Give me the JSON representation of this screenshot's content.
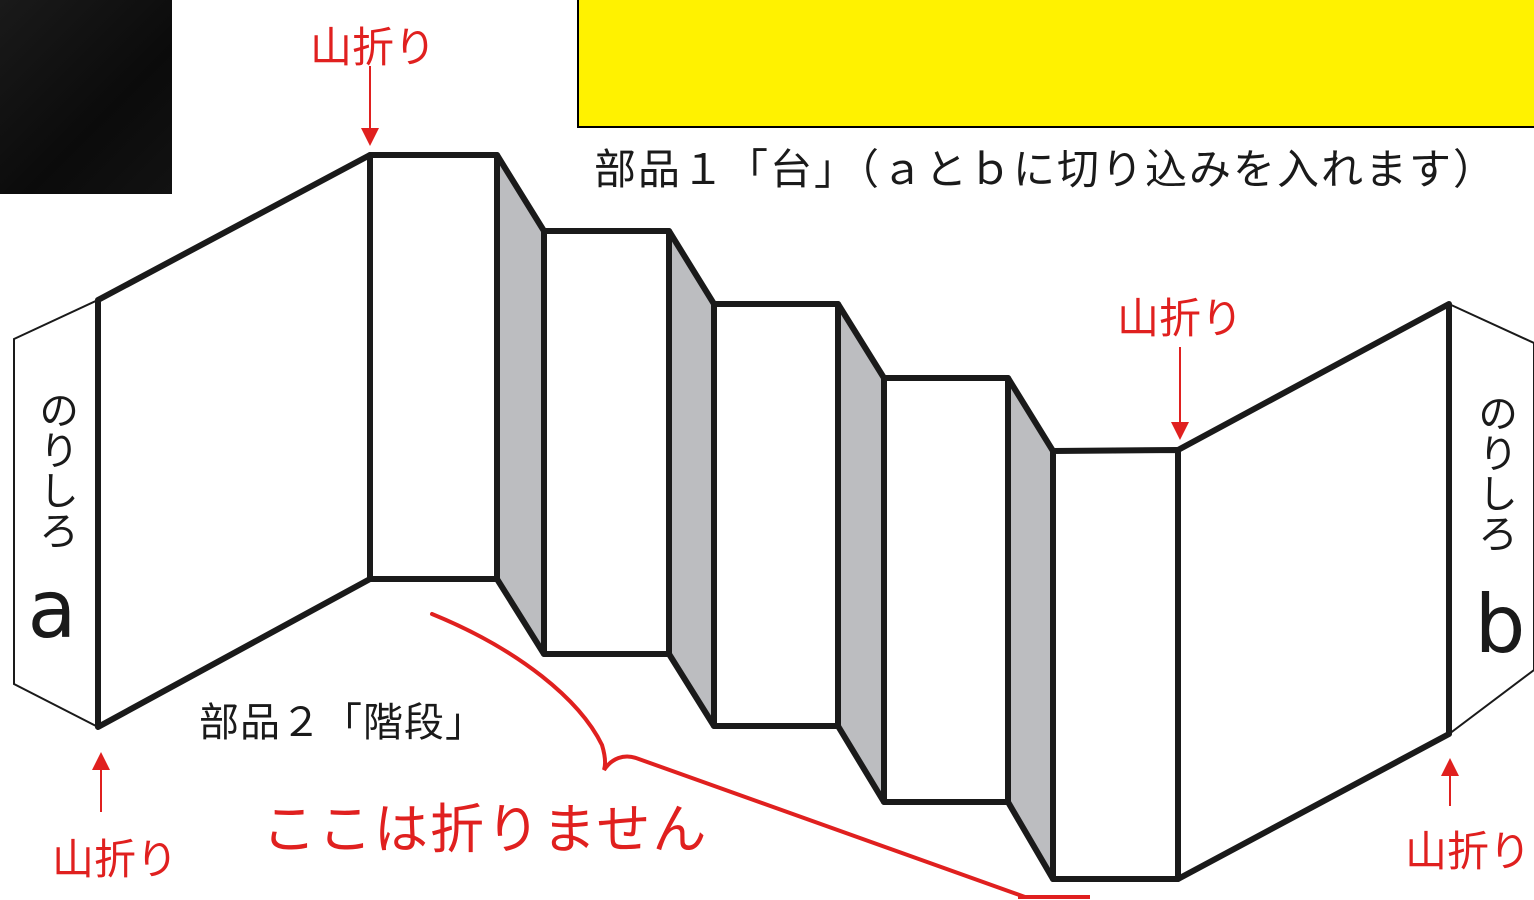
{
  "part1_caption": "部品１「台」（ａとｂに切り込みを入れます）",
  "part2_caption": "部品２「階段」",
  "mountain_fold": "山折り",
  "no_fold_note": "ここは折りません",
  "glue_tab_label": "のりしろ",
  "tab_a_letter": "a",
  "tab_b_letter": "b",
  "colors": {
    "annotation_red": "#e0201f",
    "outline": "#1a1a1a",
    "shade_gray": "#bcbdc0",
    "base_yellow": "#fff200"
  }
}
